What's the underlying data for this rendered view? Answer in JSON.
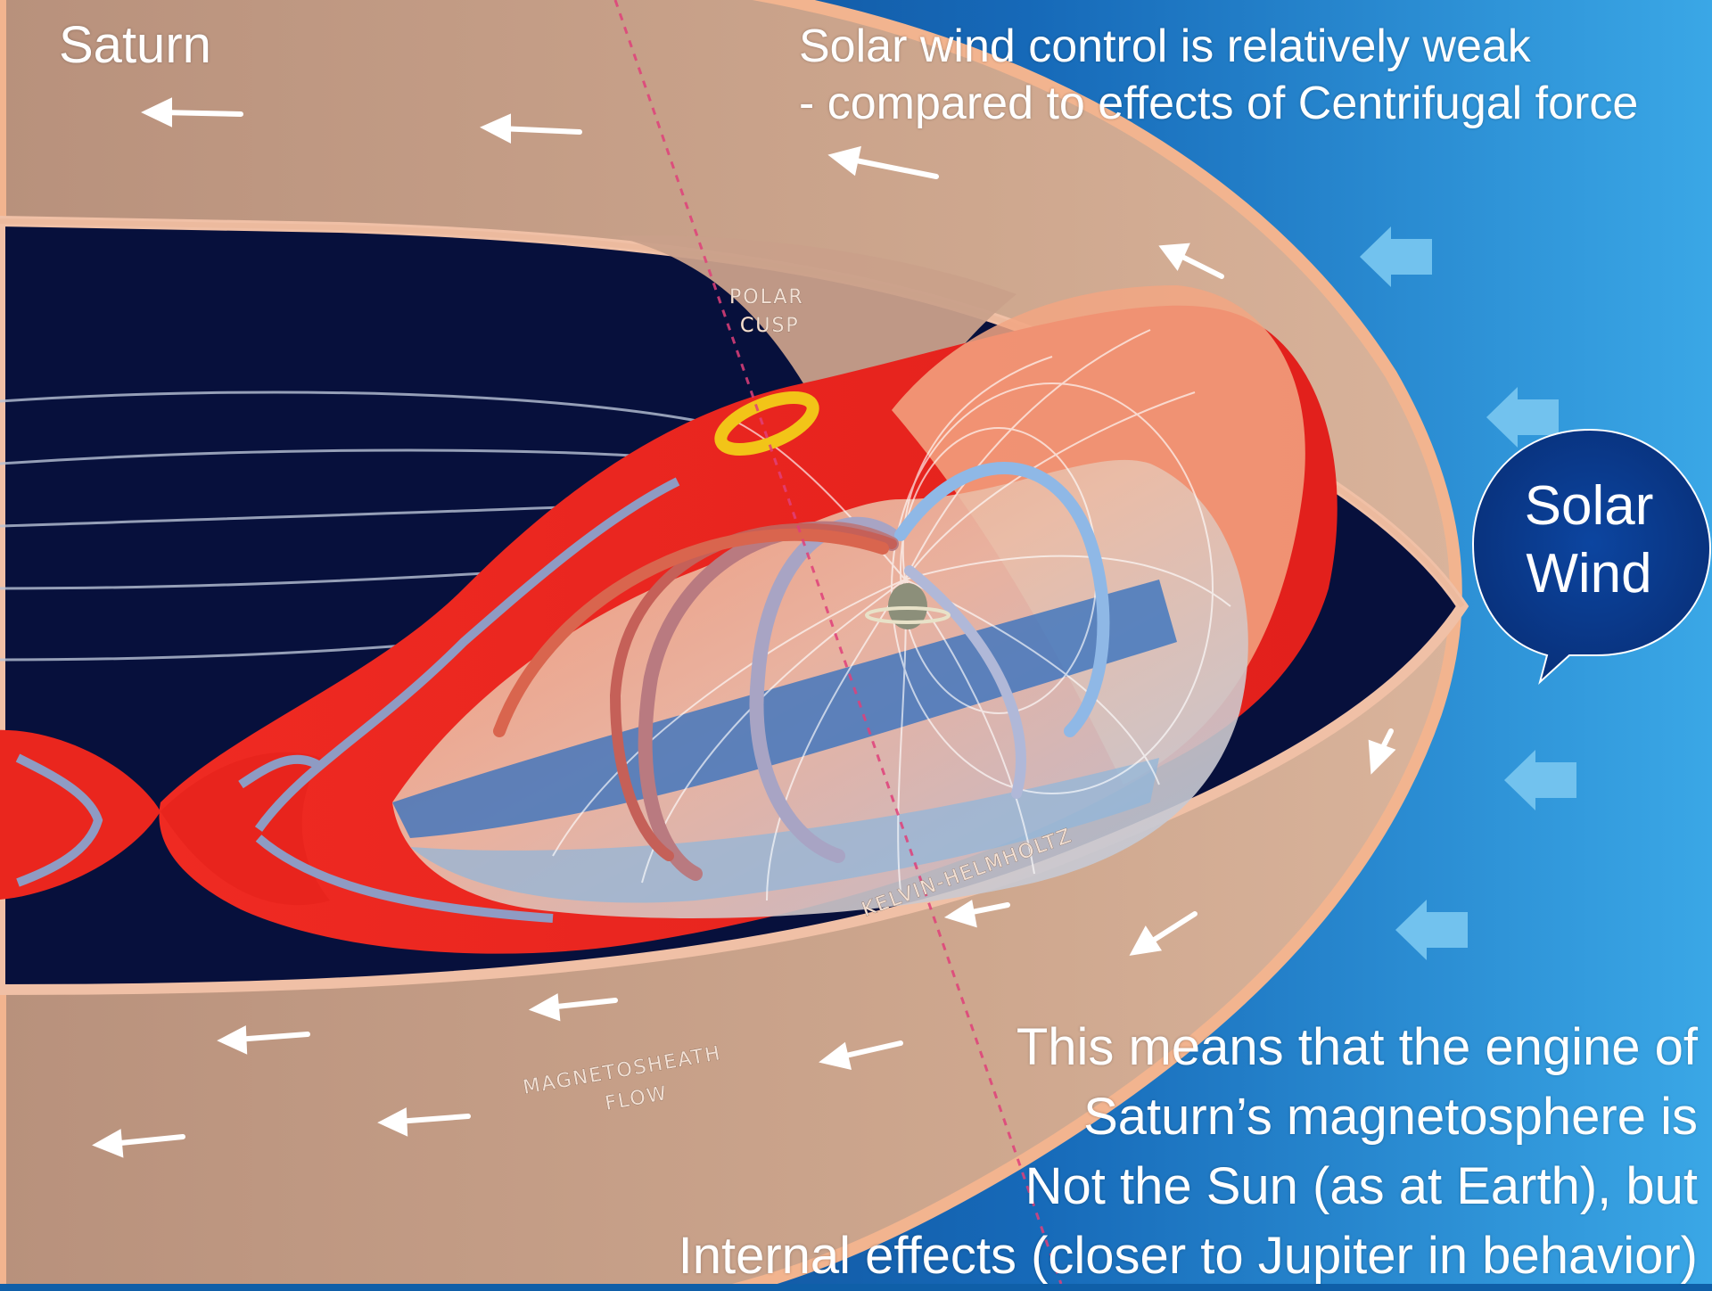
{
  "title": "Saturn",
  "top_note": {
    "line1": "Solar wind control is relatively weak",
    "line2": "- compared to effects of Centrifugal force"
  },
  "bubble": {
    "line1": "Solar",
    "line2": "Wind",
    "fill": "#0a3b8c"
  },
  "bottom_note": {
    "line1": "This means that the engine of",
    "line2": "Saturn’s magnetosphere is",
    "line3": "Not the Sun (as at Earth), but",
    "line4": "Internal effects (closer to Jupiter in behavior)"
  },
  "diagram_labels": {
    "polar_cusp_line1": "POLAR",
    "polar_cusp_line2": "CUSP",
    "kelvin_helmholtz": "KELVIN-HELMHOLTZ",
    "magnetosheath_line1": "MAGNETOSHEATH",
    "magnetosheath_line2": "FLOW"
  },
  "colors": {
    "space_gradient_start": "#0d3f86",
    "space_gradient_end": "#3ba3e3",
    "sheath": "#c9a08a",
    "sheath_edge": "#f4b896",
    "tail_dark": "#07103c",
    "plasma_red": "#e8231f",
    "plasma_orange": "#f08a62",
    "plasma_blue": "#2f6fc0",
    "plasma_light": "#cfe0ef",
    "aurora_yellow": "#f2c418",
    "solar_wind_arrow": "#72c2ee",
    "flow_arrow": "#ffffff",
    "spin_axis": "#e0407a"
  }
}
